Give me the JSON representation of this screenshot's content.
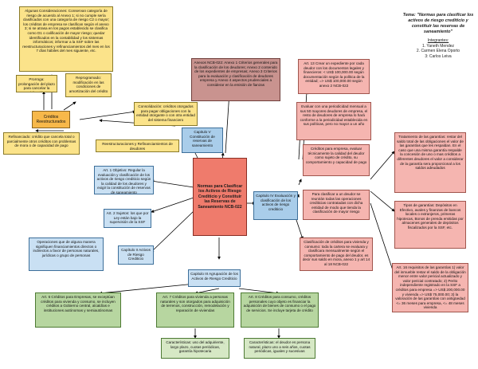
{
  "title": "Tema: \"Normas para clasificar los activos de riesgo crediticio y constituir las reservas de saneamiento\"",
  "integrantes": {
    "heading": "Integrantes:",
    "members": [
      "1. Yaneth Mendez",
      "2. Carmen Elena Oporto",
      "3: Carlos Leiva"
    ]
  },
  "center": "Normas para Clasificar los Activos de Riesgo Crediticio y Constituir las Reservas de Saneamiento NCB-022",
  "boxes": {
    "consideraciones": "Algunas Consideraciones: Conservan categoría de riesgo de acuerdo al Anexo 1; si no cumple sería clasificados con una categoría de riesgo C2 o mayor; los créditos de empresa se clasifican según el anexo 3; si se atrasa en los pagos establecido se clasifica como D1 o calificación de mayor riesgo; quedar identificados en la contabilidad y los sistemas informáticos; informar a la SSF sobre las reestructuraciones y refinanciamientos del mes en los 7 días hábiles del mes siguiente, etc.",
    "prorroga": "Prorroga: prolongación del plazo para cancelar la obligación",
    "reprogramado": "Reprogramado: modificación en las condiciones de amortización del crédito",
    "creditos_reestructurados": "Créditos Reestructurados",
    "consolidacion": "Consolidación: créditos otorgados para pagar obligaciones con la entidad otorgante o con otra entidad del sistema financiero",
    "refinanciado": "Refinanciado: crédito que cancela total o parcialmente otros créditos con problemas de mora o de capacidad de pago",
    "reestructuraciones": "Reestructuraciones y Refinanciamientos de deudores",
    "anexos": "Anexos NCB-022: Anexo 1 Criterios generales para la clasificación de los deudores; Anexo 2 contenido de los expedientes de empresas; Anexo 3 Criterios para la evaluación y clasificación de deudores empresa y Anexo 4 aspectos prudenciales a considerar en la emisión de fianzas",
    "capitulo5": "Capitulo V Constitución de reservas de saneamiento",
    "art1": "Art. 1 Objetivo: Regular la evaluación y clasificación de los activos de riesgo crediticio según la calidad de los deudores y exigir la constitución de reservas de saneamiento",
    "art2": "Art. 2 Sujetos: los que por Ley están bajo la supervisión de la SSF",
    "capitulo2": "Capítulo II Activos de Riesgo Crediticio",
    "operaciones": "Operaciones que de alguna manera signifiquen financiamientos directos o indirectos a favor de personas naturales, jurídicas o grupo de personas",
    "capitulo3": "Capitulo III Agrupación de los Activos de Riesgo Crediticio",
    "capitulo4": "Capitulo IV Evaluación y clasificación de los activos de riesgo crediticio",
    "art13": "Art. 13 Crear un expediente por cada deudor con los documentos legales y financieros: < US$ 100,000.00 según documentación según la política de la entidad; => US$ 100,000.00 según anexo 2 NCB-022",
    "evaluar": "Evaluar con una periodicidad mensual a sus 50 mayores deudores de empresa, el resto de deudores de empresa lo hará conforme a la periodicidad establecida en sus políticas, pero no mayor a un año",
    "criterios_empresa": "Créditos para empresa, evaluar técnicamente la calidad del deudor como sujeto de crédito, su comportamiento y capacidad de pago",
    "para_clasificar": "Para clasificar a un deudor se reunirán todas las operaciones crediticias contratadas con dicha entidad de modo que tienda la clasificación de mayor riesgo",
    "clasificacion_vivienda": "Clasificación de créditos para vivienda y consumo: toda la cartera se evaluara y clasificara mensualmente según el comportamiento de pago del deudor, es decir sus saldo en mora, anexo 1 y art 14 al 18 NCB-022",
    "tratamiento": "Tratamiento de las garantías: restar del saldo total de las obligaciones el valor de las garantías que les respaldan. En el caso que una misma garantía respalde la concesión de uno o mas créditos a diferentes deudores el valor a considerar de la garantía sera proporcional a los saldos adeudados",
    "tipos_garantias": "Tipos de garantías: Depósitos en Efectivo, avales y finanzas de bancos locales o extranjeros, primeras hipotecas, Bonos de prenda emitidas por almacenes generales de depósitos fiscalizados por la SSF, etc.",
    "art16": "Art. 16 requisitos de las garantías 1) valor del inmueble restar el saldo de la obligación menor entre valor pericial actualizado y valor pericial contratado; 2) Perito independiente registrado en la SSF a créditos para empresa => US$ 200,000.00 y vivienda => US$ 75,000.00; 3) la valoración de las garantías con antigüedad <= 36 meses para empresa, <= 48 meses vivienda",
    "art6": "Art. 6 Créditos para Empresas, se exceptúan créditos para vivienda y consumo, se incluyen créditos a Gobierno central, alcaldías e instituciones autónomas y semiautónomas",
    "art7": "Art. 7 Créditos para vivienda a personas naturales y son otorgados para adquisición de terrenos, construcción, remodelación y reparación de viviendas",
    "caract_vivienda": "Características: uso del adquiriente, largo plazo, cuotas periódicas, garantía hipotecaria",
    "art8": "Art. 8 Créditos para consumo, créditos personales cuyo objeto es financiar la adquisición de bienes de consumo o el pago de servicios. Se incluye tarjeta de crédito",
    "caract_consumo": "Características: el deudor es persona natural, plazo uno a seis años, cuotas periódicas, iguales y sucesivas"
  }
}
